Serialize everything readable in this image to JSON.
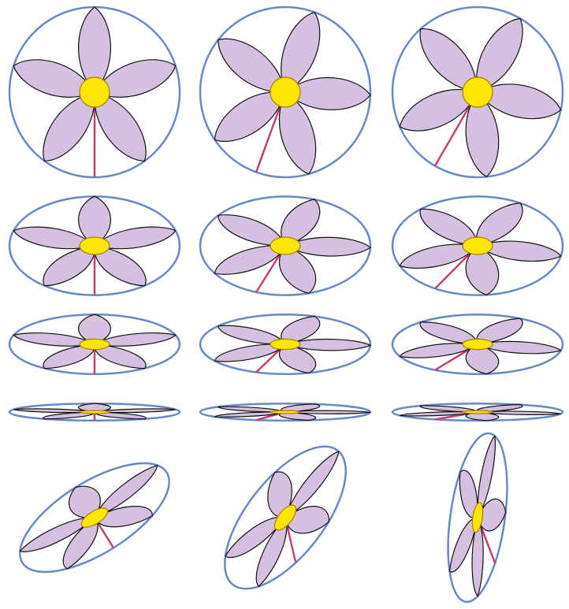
{
  "colors": {
    "background": "#ffffff",
    "petal_fill": "#d6c0df",
    "petal_stroke": "#111111",
    "center_fill": "#ffe600",
    "center_stroke": "#b07c00",
    "ellipse_stroke": "#6a88c6",
    "radius_line": "#c4406e"
  },
  "diagram": {
    "petals_per_flower": 5,
    "layout_rows": 5,
    "layout_cols": 3,
    "flowers": [
      {
        "row": 1,
        "col": 1,
        "rotation_deg": 0,
        "axis_ratio": 1.0,
        "tilt_deg": 0
      },
      {
        "row": 1,
        "col": 2,
        "rotation_deg": 20,
        "axis_ratio": 1.0,
        "tilt_deg": 0
      },
      {
        "row": 1,
        "col": 3,
        "rotation_deg": 30,
        "axis_ratio": 1.0,
        "tilt_deg": 0
      },
      {
        "row": 2,
        "col": 1,
        "rotation_deg": 0,
        "axis_ratio": 0.58,
        "tilt_deg": 0
      },
      {
        "row": 2,
        "col": 2,
        "rotation_deg": 20,
        "axis_ratio": 0.58,
        "tilt_deg": 0
      },
      {
        "row": 2,
        "col": 3,
        "rotation_deg": 30,
        "axis_ratio": 0.58,
        "tilt_deg": 0
      },
      {
        "row": 3,
        "col": 1,
        "rotation_deg": 0,
        "axis_ratio": 0.35,
        "tilt_deg": 0
      },
      {
        "row": 3,
        "col": 2,
        "rotation_deg": 20,
        "axis_ratio": 0.35,
        "tilt_deg": 0
      },
      {
        "row": 3,
        "col": 3,
        "rotation_deg": 30,
        "axis_ratio": 0.35,
        "tilt_deg": 0
      },
      {
        "row": 4,
        "col": 1,
        "rotation_deg": 0,
        "axis_ratio": 0.1,
        "tilt_deg": 0
      },
      {
        "row": 4,
        "col": 2,
        "rotation_deg": 20,
        "axis_ratio": 0.1,
        "tilt_deg": 0
      },
      {
        "row": 4,
        "col": 3,
        "rotation_deg": 30,
        "axis_ratio": 0.1,
        "tilt_deg": 0
      },
      {
        "row": 5,
        "col": 1,
        "rotation_deg": 0,
        "axis_ratio": 0.42,
        "tilt_deg": 32
      },
      {
        "row": 5,
        "col": 2,
        "rotation_deg": 20,
        "axis_ratio": 0.45,
        "tilt_deg": 52
      },
      {
        "row": 5,
        "col": 3,
        "rotation_deg": 30,
        "axis_ratio": 0.32,
        "tilt_deg": 82
      }
    ]
  }
}
